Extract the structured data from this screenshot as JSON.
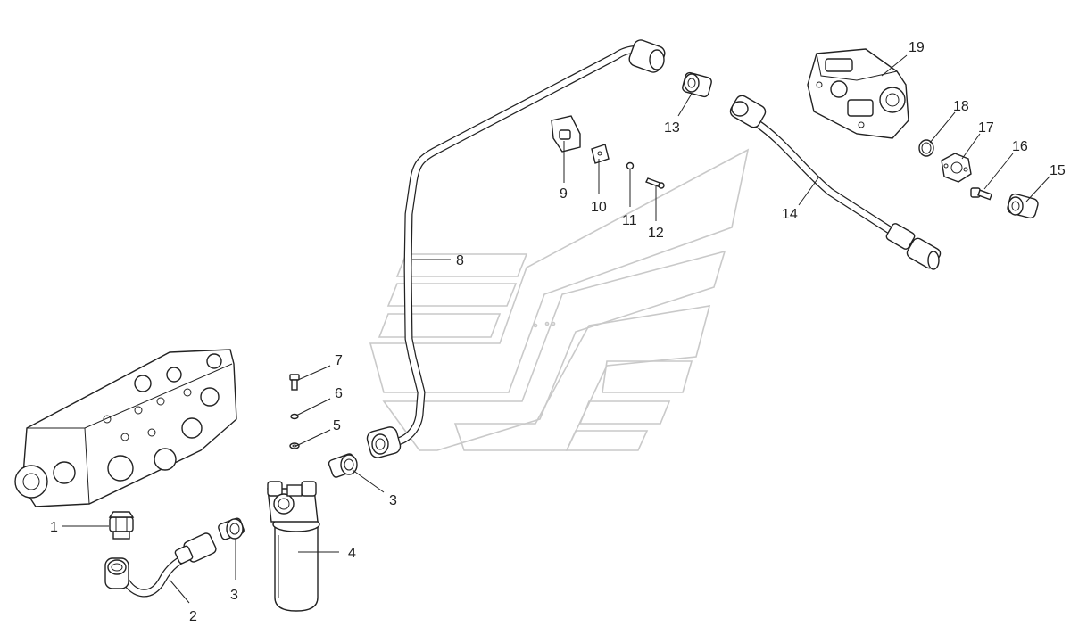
{
  "callouts": [
    {
      "id": "1",
      "label": "1"
    },
    {
      "id": "2",
      "label": "2"
    },
    {
      "id": "3a",
      "label": "3"
    },
    {
      "id": "3b",
      "label": "3"
    },
    {
      "id": "4",
      "label": "4"
    },
    {
      "id": "5",
      "label": "5"
    },
    {
      "id": "6",
      "label": "6"
    },
    {
      "id": "7",
      "label": "7"
    },
    {
      "id": "8",
      "label": "8"
    },
    {
      "id": "9",
      "label": "9"
    },
    {
      "id": "10",
      "label": "10"
    },
    {
      "id": "11",
      "label": "11"
    },
    {
      "id": "12",
      "label": "12"
    },
    {
      "id": "13",
      "label": "13"
    },
    {
      "id": "14",
      "label": "14"
    },
    {
      "id": "15",
      "label": "15"
    },
    {
      "id": "16",
      "label": "16"
    },
    {
      "id": "17",
      "label": "17"
    },
    {
      "id": "18",
      "label": "18"
    },
    {
      "id": "19",
      "label": "19"
    }
  ],
  "colors": {
    "line": "#222222",
    "watermark": "#c9c9c9",
    "background": "#ffffff"
  }
}
